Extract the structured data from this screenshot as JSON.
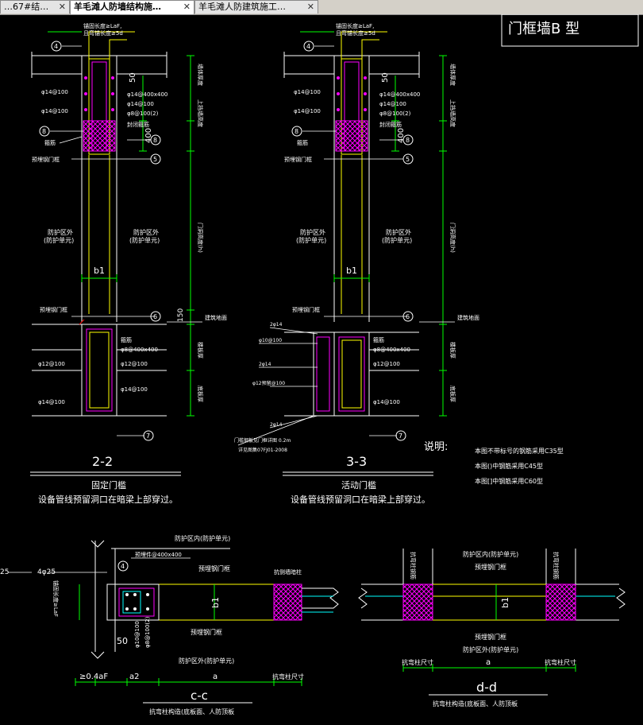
{
  "tabs": [
    {
      "label": "…67#结…",
      "active": false
    },
    {
      "label": "羊毛滩人防墙结构施…",
      "active": true
    },
    {
      "label": "羊毛滩人防建筑施工…",
      "active": false
    }
  ],
  "tab_close": "✕",
  "drawing": {
    "title": "门框墙B 型",
    "anchor_top_l": "锚固长度≥LaF,",
    "anchor_top_l2": "且弯锚长度≥5d",
    "anchor_top_r": "锚固长度≥LaF,",
    "anchor_top_r2": "且弯锚长度≥5d",
    "dim_50": "50",
    "dim_400": "400",
    "dim_150": "150",
    "b1": "b1",
    "b1_small": "b1",
    "rebar_a": "φ14@400x400",
    "rebar_b": "φ8@100(2)",
    "rebar_c": "φ14@100",
    "rebar_d": "φ8@400x400",
    "rebar_e": "φ12@100",
    "rebar_f": "φ14@100",
    "label_cross": "封闭箍筋",
    "label_stirrup": "箍筋",
    "label_embed": "预埋钢门框",
    "label_embed2": "预埋钢门框",
    "label_out_l": "防护区外",
    "label_out_l2": "(防护单元)",
    "label_out_r": "防护区外",
    "label_out_r2": "(防护单元)",
    "vert_1": "墙体厚度",
    "vert_2": "上挡墙高度",
    "vert_3": "门洞高度(h)",
    "vert_4": "楼板厚",
    "vert_5": "底板厚",
    "label_floor": "建筑地面",
    "label_floor2": "建筑地面",
    "c4": "4",
    "c8": "8",
    "c5": "5",
    "c6": "6",
    "c7": "7",
    "sec_22": "2-2",
    "sec_22_title": "固定门槛",
    "sec_22_note": "设备管线预留洞口在暗梁上部穿过。",
    "sec_33": "3-3",
    "sec_33_title": "活动门槛",
    "sec_33_note": "设备管线预留洞口在暗梁上部穿过。",
    "act_1": "2φ14",
    "act_2": "φ10@100",
    "act_3": "2φ14",
    "act_4": "φ12预留@100",
    "act_5": "2φ14",
    "act_6": "门槛钢板见门框详图 0.2m",
    "act_7": "详见图集07FJ01-2008",
    "note_head": "说明:",
    "note_1": "本图不带标号的钢筋采用C35型",
    "note_2": "本图()中钢筋采用C45型",
    "note_3": "本图[]中钢筋采用C60型",
    "cc_left_dim": "25",
    "cc_rebar1": "4φ25",
    "cc_rebar2": "预埋件@400x400",
    "cc_rebar3": "φ10@100",
    "cc_rebar4": "φ8@100(2)",
    "cc_top_label": "防护区内(防护单元)",
    "cc_mid_label": "预埋钢门框",
    "cc_bot_label": "预埋钢门框",
    "cc_bot2_label": "防护区外(防护单元)",
    "cc_right_label": "抗侧墙暗柱",
    "cc_side": "锚固长度≥LaF",
    "cc_dim_a": "≥0.4aF",
    "cc_dim_a2": "a2",
    "cc_dim_50": "50",
    "cc_dim_a3": "a",
    "cc_dim_r": "抗弯柱尺寸",
    "cc_b1": "b1",
    "cc_sec": "c-c",
    "cc_caption": "抗弯柱构造(底板面、人防顶板",
    "dd_top_label": "防护区内(防护单元)",
    "dd_top2_label": "预埋钢门框",
    "dd_bot_label": "预埋钢门框",
    "dd_bot2_label": "防护区外(防护单元)",
    "dd_col_l": "抗弯柱尺寸",
    "dd_col_r": "抗弯柱尺寸",
    "dd_a": "a",
    "dd_b1": "b1",
    "dd_vert_l": "抗弯柱钢筋",
    "dd_vert_r": "抗弯柱钢筋",
    "dd_sec": "d-d",
    "dd_caption": "抗弯柱构造(底板面、人防顶板",
    "colors": {
      "yellow": "#ffff00",
      "green": "#00ff00",
      "magenta": "#ff00ff",
      "white": "#ffffff",
      "cyan": "#00ffff",
      "red": "#ff0000"
    }
  }
}
